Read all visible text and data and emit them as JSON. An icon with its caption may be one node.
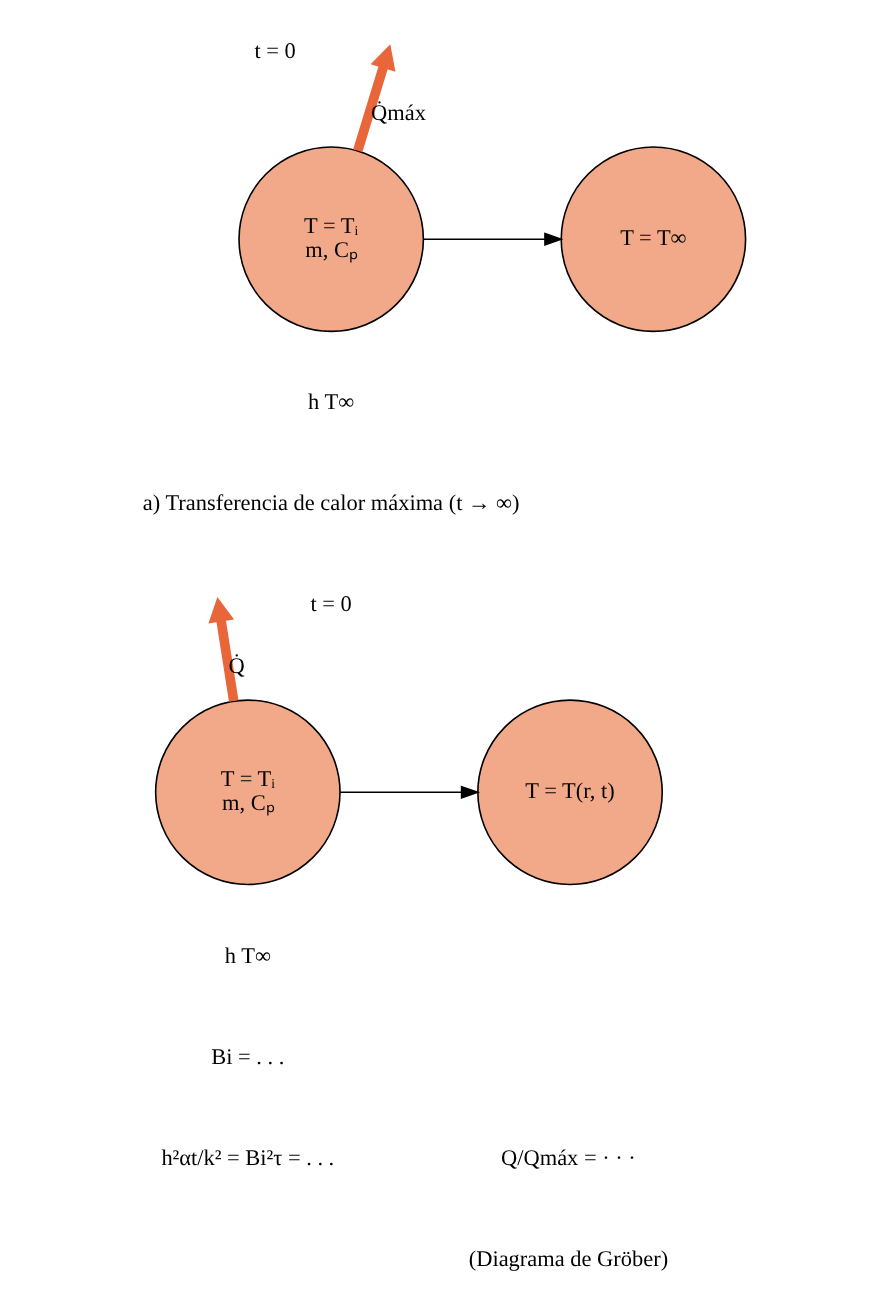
{
  "diagram": {
    "nodes": [
      {
        "text": [
          "T = Tᵢ",
          "m, Cₚ"
        ],
        "beside": [
          "t = 0",
          "h T∞"
        ]
      },
      {
        "text": [
          "T = T∞"
        ]
      },
      {
        "text": [
          "T = Tᵢ",
          "m, Cₚ"
        ],
        "beside": [
          "t = 0",
          "h T∞"
        ]
      },
      {
        "text": [
          "T = T(r, t)"
        ]
      }
    ],
    "edges": [
      {
        "from": 0,
        "to": null,
        "arrow": "to",
        "label": "Q̇máx",
        "style": "thick",
        "color": "#e8663a"
      },
      {
        "from": 0,
        "to": 1,
        "arrow": "to",
        "color": "#000000"
      },
      {
        "from": 2,
        "to": null,
        "arrow": "to",
        "label": "Q̇",
        "style": "thick",
        "color": "#e8663a"
      },
      {
        "from": 2,
        "to": 3,
        "arrow": "to",
        "color": "#000000"
      }
    ],
    "labels": [
      "a) Transferencia de calor máxima (t → ∞)",
      "Bi = . . .",
      "h²αt/k² = Bi²τ = . . .",
      "Q/Qmáx = · · ·",
      "(Diagrama de Gröber)"
    ]
  }
}
